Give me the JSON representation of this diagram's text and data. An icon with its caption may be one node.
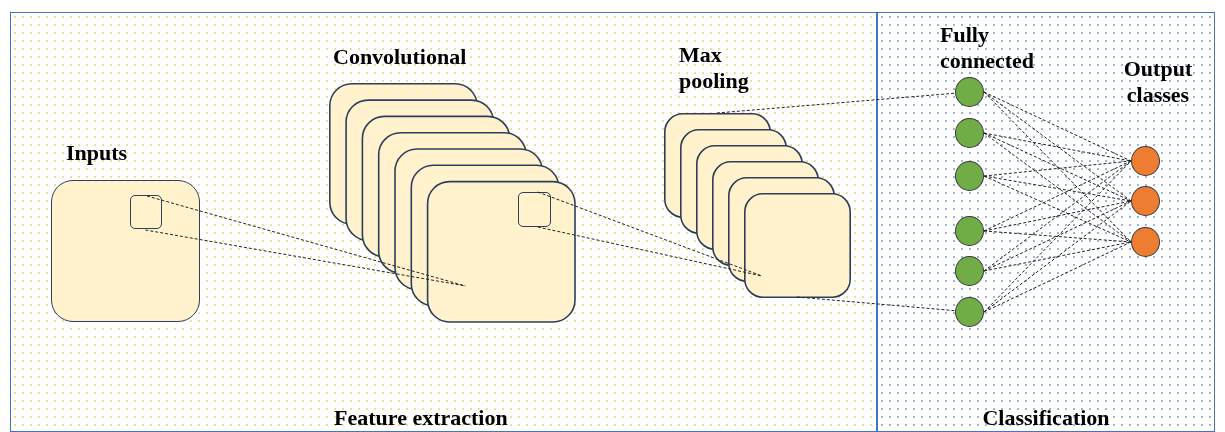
{
  "diagram": {
    "nodes": [
      {
        "text": [
          "Feature extraction"
        ]
      },
      {
        "text": [
          "Classification"
        ]
      },
      {
        "text": [],
        "shape": "box",
        "in": 0
      },
      {
        "text": [],
        "shape": "box",
        "in": 2
      },
      {
        "text": [],
        "shape": "box",
        "in": 0
      },
      {
        "text": [],
        "shape": "box",
        "in": 4
      },
      {
        "text": [],
        "shape": "box",
        "in": 0
      },
      {
        "text": [],
        "shape": "circle",
        "in": 1
      },
      {
        "text": [],
        "shape": "circle",
        "in": 1
      },
      {
        "text": [],
        "shape": "circle",
        "in": 1
      },
      {
        "text": [],
        "shape": "circle",
        "in": 1
      },
      {
        "text": [],
        "shape": "circle",
        "in": 1
      },
      {
        "text": [],
        "shape": "circle",
        "in": 1
      },
      {
        "text": [],
        "shape": "circle",
        "in": 1
      },
      {
        "text": [],
        "shape": "circle",
        "in": 1
      },
      {
        "text": [],
        "shape": "circle",
        "in": 1
      }
    ],
    "edges": [
      {
        "from": 3,
        "to": 4,
        "arrow": "none",
        "style": "dashed"
      },
      {
        "from": 3,
        "to": 4,
        "arrow": "none",
        "style": "dashed"
      },
      {
        "from": 5,
        "to": 6,
        "arrow": "none",
        "style": "dashed"
      },
      {
        "from": 5,
        "to": 6,
        "arrow": "none",
        "style": "dashed"
      },
      {
        "from": 6,
        "to": 7,
        "arrow": "none",
        "style": "dashed"
      },
      {
        "from": 6,
        "to": 12,
        "arrow": "none",
        "style": "dashed"
      },
      {
        "from": 7,
        "to": 13,
        "arrow": "none",
        "style": "dashed"
      },
      {
        "from": 7,
        "to": 14,
        "arrow": "none",
        "style": "dashed"
      },
      {
        "from": 7,
        "to": 15,
        "arrow": "none",
        "style": "dashed"
      },
      {
        "from": 8,
        "to": 13,
        "arrow": "none",
        "style": "dashed"
      },
      {
        "from": 8,
        "to": 14,
        "arrow": "none",
        "style": "dashed"
      },
      {
        "from": 8,
        "to": 15,
        "arrow": "none",
        "style": "dashed"
      },
      {
        "from": 9,
        "to": 13,
        "arrow": "none",
        "style": "dashed"
      },
      {
        "from": 9,
        "to": 14,
        "arrow": "none",
        "style": "dashed"
      },
      {
        "from": 9,
        "to": 15,
        "arrow": "none",
        "style": "dashed"
      },
      {
        "from": 10,
        "to": 13,
        "arrow": "none",
        "style": "dashed"
      },
      {
        "from": 10,
        "to": 14,
        "arrow": "none",
        "style": "dashed"
      },
      {
        "from": 10,
        "to": 15,
        "arrow": "none",
        "style": "dashed"
      },
      {
        "from": 11,
        "to": 13,
        "arrow": "none",
        "style": "dashed"
      },
      {
        "from": 11,
        "to": 14,
        "arrow": "none",
        "style": "dashed"
      },
      {
        "from": 11,
        "to": 15,
        "arrow": "none",
        "style": "dashed"
      },
      {
        "from": 12,
        "to": 13,
        "arrow": "none",
        "style": "dashed"
      },
      {
        "from": 12,
        "to": 14,
        "arrow": "none",
        "style": "dashed"
      },
      {
        "from": 12,
        "to": 15,
        "arrow": "none",
        "style": "dashed"
      }
    ],
    "labels": [
      "Inputs",
      "Convolutional",
      "Max pooling",
      "Fully connected",
      "Output classes"
    ]
  }
}
